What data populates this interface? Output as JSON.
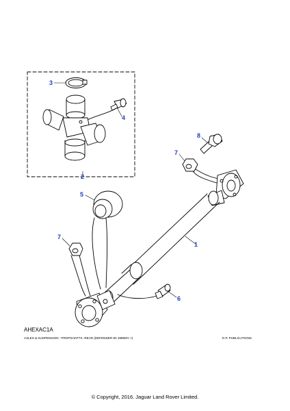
{
  "callouts": {
    "c1": "1",
    "c2": "2",
    "c3": "3",
    "c4": "4",
    "c5": "5",
    "c6": "6",
    "c7a": "7",
    "c7b": "7",
    "c8": "8"
  },
  "diagram_code": "AHEXAC1A",
  "footer": {
    "section": "AXLES & SUSPENSION :  PROPSHAFTS -REAR (DEFENDER 90 1995MY >)",
    "publisher": "D.P. PUBLICATIONS"
  },
  "copyright": "© Copyright, 2016. Jaguar Land Rover Limited.",
  "colors": {
    "callout": "#1f3fbf",
    "line": "#000000"
  }
}
